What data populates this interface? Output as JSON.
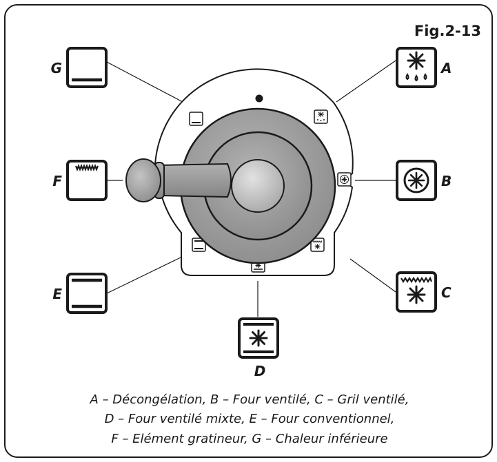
{
  "figure": {
    "label": "Fig.2-13"
  },
  "functions": [
    {
      "letter": "A",
      "name": "Décongélation",
      "icon": "defrost-icon"
    },
    {
      "letter": "B",
      "name": "Four ventilé",
      "icon": "fan-icon"
    },
    {
      "letter": "C",
      "name": "Gril ventilé",
      "icon": "fan-grill-icon"
    },
    {
      "letter": "D",
      "name": "Four ventilé mixte",
      "icon": "fan-top-bottom-icon"
    },
    {
      "letter": "E",
      "name": "Four conventionnel",
      "icon": "top-bottom-heat-icon"
    },
    {
      "letter": "F",
      "name": "Elément gratineur",
      "icon": "grill-icon"
    },
    {
      "letter": "G",
      "name": "Chaleur inférieure",
      "icon": "bottom-heat-icon"
    }
  ],
  "caption": {
    "line1": "A – Décongélation,  B – Four ventilé,  C – Gril ventilé,",
    "line2": "D – Four ventilé mixte,  E – Four conventionnel,",
    "line3": "F – Elément gratineur,  G – Chaleur inférieure"
  },
  "colors": {
    "line": "#1a1a1a",
    "knob_outer": "#9a9a9a",
    "knob_inner": "#b8b8b8",
    "background": "#ffffff"
  }
}
